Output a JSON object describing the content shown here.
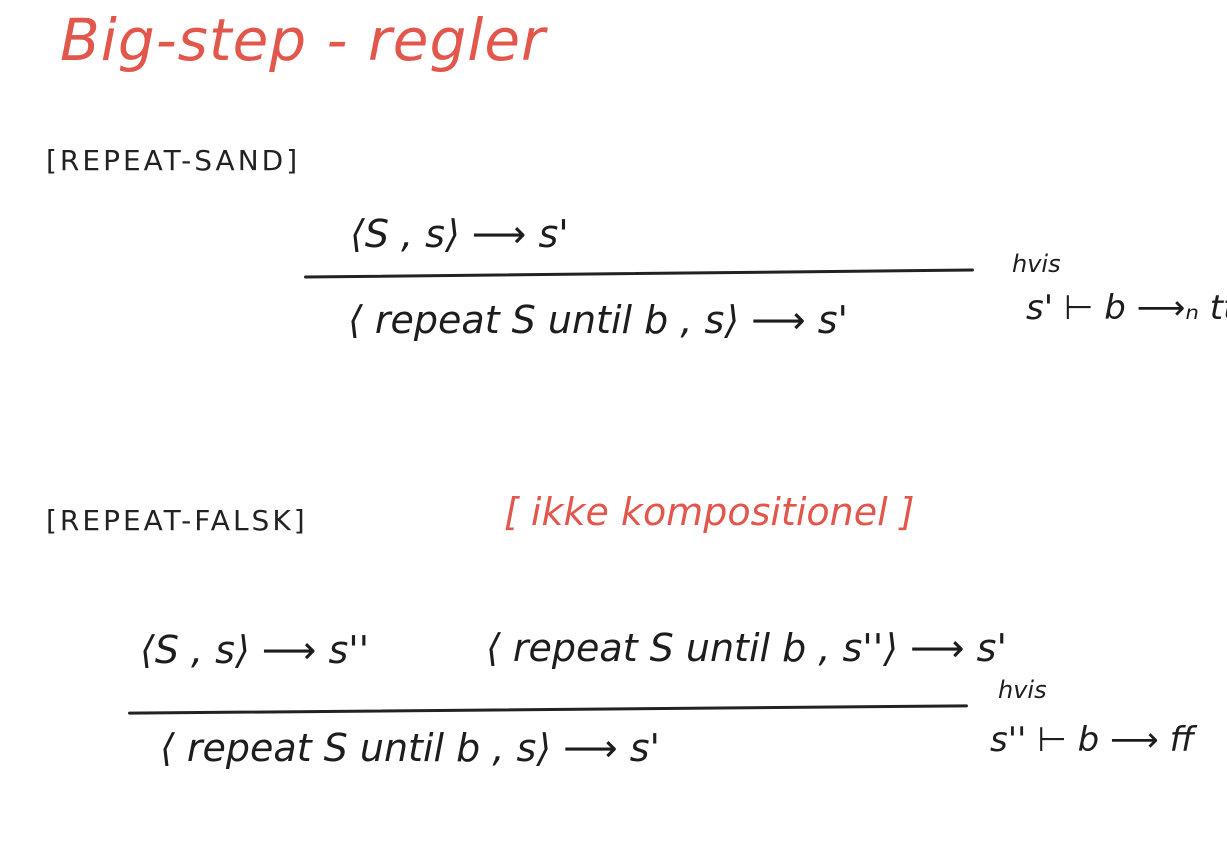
{
  "title": "Big-step - regler",
  "rules": [
    {
      "name": "[REPEAT-SAND]",
      "premise": "⟨S , s⟩ ⟶ s'",
      "conclusion": "⟨ repeat S until b , s⟩ ⟶ s'",
      "condition_keyword": "hvis",
      "condition": "s' ⊢ b ⟶ₙ tt"
    },
    {
      "name": "[REPEAT-FALSK]",
      "note": "[ ikke kompositionel ]",
      "premise_1": "⟨S , s⟩ ⟶ s''",
      "premise_2": "⟨ repeat S until b , s''⟩ ⟶ s'",
      "conclusion": "⟨ repeat S until b , s⟩ ⟶ s'",
      "condition_keyword": "hvis",
      "condition": "s'' ⊢ b ⟶ ff"
    }
  ]
}
